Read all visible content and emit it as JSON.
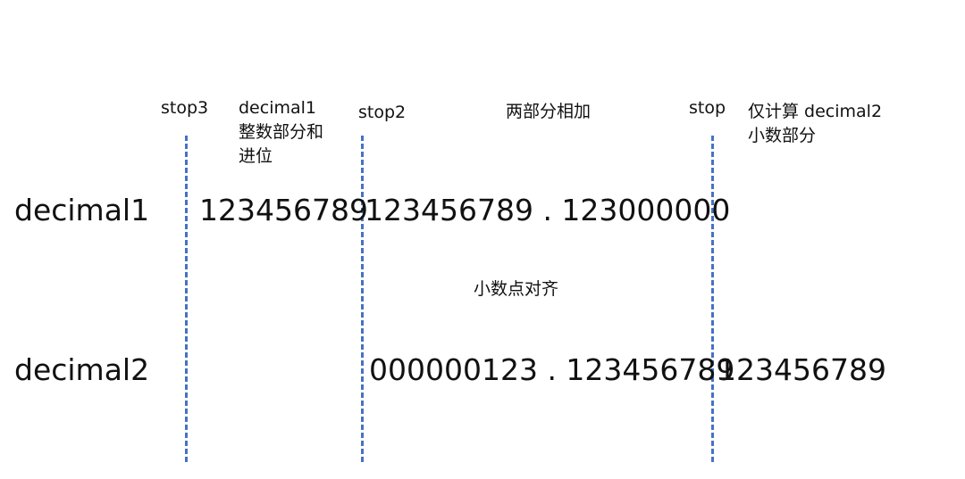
{
  "markers": {
    "stop3": "stop3",
    "stop2": "stop2",
    "stop": "stop"
  },
  "notes": {
    "decimal1_int_line1": "decimal1",
    "decimal1_int_line2": "整数部分和",
    "decimal1_int_line3": "进位",
    "sum_parts": "两部分相加",
    "only_calc_line1": "仅计算 decimal2",
    "only_calc_line2": "小数部分",
    "align_point": "小数点对齐"
  },
  "rows": {
    "decimal1": {
      "name": "decimal1",
      "segment_a": "123456789",
      "segment_b": "123456789 . 123000000"
    },
    "decimal2": {
      "name": "decimal2",
      "segment_b": "000000123 . 123456789",
      "segment_c": "123456789"
    }
  },
  "colors": {
    "dashed_line": "#4472c4",
    "text": "#111111",
    "background": "#ffffff"
  }
}
